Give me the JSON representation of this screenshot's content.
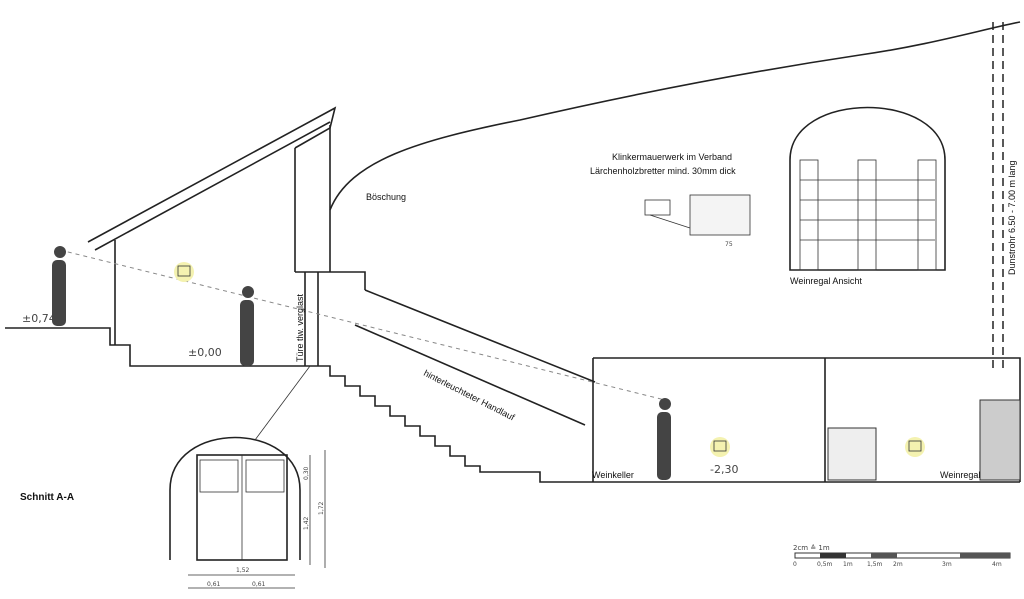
{
  "title": "Schnitt A-A",
  "labels": {
    "level_outside": "±0,74",
    "level_entry": "±0,00",
    "level_cellar": "-2,30",
    "door": "Türe tlw. verglast",
    "slope": "Böschung",
    "handrail": "hinterleuchteter Handlauf",
    "cellar": "Weinkeller",
    "rack": "Weinregal",
    "rack_view": "Weinregal Ansicht",
    "vent": "Dunstrohr 6.50 - 7.00 m lang",
    "brick": "Klinkermauerwerk im Verband",
    "boards": "Lärchenholzbretter mind. 30mm dick",
    "board_dim": "75"
  },
  "door_dims": {
    "width_total": "1,52",
    "leaf_left": "0,61",
    "leaf_right": "0,61",
    "top": "0,30",
    "lower": "1,42",
    "height_total": "1,72"
  },
  "scale": {
    "caption": "2cm ≙ 1m",
    "ticks": [
      "0",
      "0,5m",
      "1m",
      "1,5m",
      "2m",
      "3m",
      "4m"
    ]
  }
}
